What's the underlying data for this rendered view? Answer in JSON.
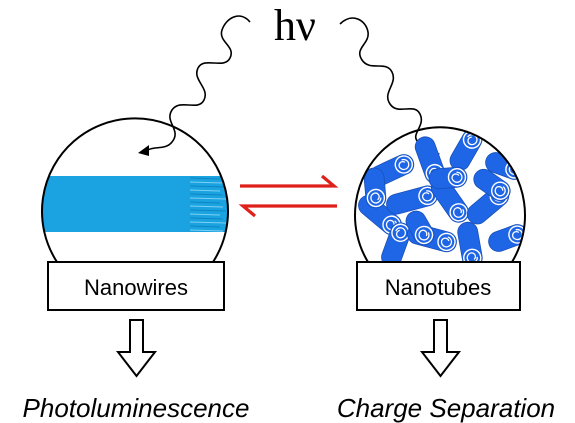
{
  "figure": {
    "photon_label": "hν",
    "left": {
      "box_label": "Nanowires",
      "outcome": "Photoluminescence"
    },
    "right": {
      "box_label": "Nanotubes",
      "outcome": "Charge Separation"
    },
    "colors": {
      "material": "#1aa3e0",
      "tube": "#1f66e6",
      "equilibrium_arrows": "#e0201b",
      "line": "#000000"
    }
  }
}
